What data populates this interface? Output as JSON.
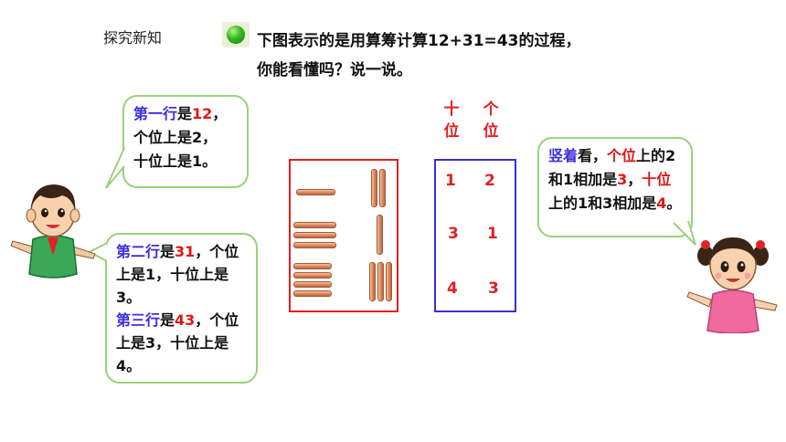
{
  "header": {
    "section_title": "探究新知",
    "instruction_line1": "下图表示的是用算筹计算12+31=43的过程，",
    "instruction_line2": "你能看懂吗？说一说。"
  },
  "bubble_left_top": {
    "p1_blue": "第一行",
    "p1_text": "是",
    "p1_red": "12",
    "p1_end": "，",
    "line2": "个位上是2，",
    "line3": "十位上是1。"
  },
  "bubble_left_bottom": {
    "row2_blue": "第二行",
    "row2_text": "是",
    "row2_red": "31",
    "row2_rest": "，个位上是1，十位上是3。",
    "row3_blue": "第三行",
    "row3_text": "是",
    "row3_red": "43",
    "row3_rest": "，个位上是3，十位上是4。"
  },
  "bubble_right": {
    "a_blue": "竖着",
    "a_text": "看，",
    "a_red": "个位",
    "a_rest": "上的2和1相加是",
    "a_red2": "3",
    "a_end": "，",
    "b_red": "十位",
    "b_rest": "上的1和3相加是",
    "b_red2": "4",
    "b_end": "。"
  },
  "place_headers": {
    "tens_1": "十",
    "tens_2": "位",
    "ones_1": "个",
    "ones_2": "位"
  },
  "digits": {
    "row1": {
      "tens": "1",
      "ones": "2"
    },
    "row2": {
      "tens": "3",
      "ones": "1"
    },
    "row3": {
      "tens": "4",
      "ones": "3"
    }
  },
  "counting_rods": {
    "row1": {
      "tens": 1,
      "ones": 2
    },
    "row2": {
      "tens": 3,
      "ones": 1
    },
    "row3": {
      "tens": 4,
      "ones": 3
    }
  },
  "colors": {
    "accent_green": "#35b81e",
    "bubble_border": "#9ad27a",
    "highlight_blue": "#3c2ee0",
    "highlight_red": "#e01515",
    "rod_box_border": "#e02020",
    "digit_box_border": "#3b2fd0"
  }
}
